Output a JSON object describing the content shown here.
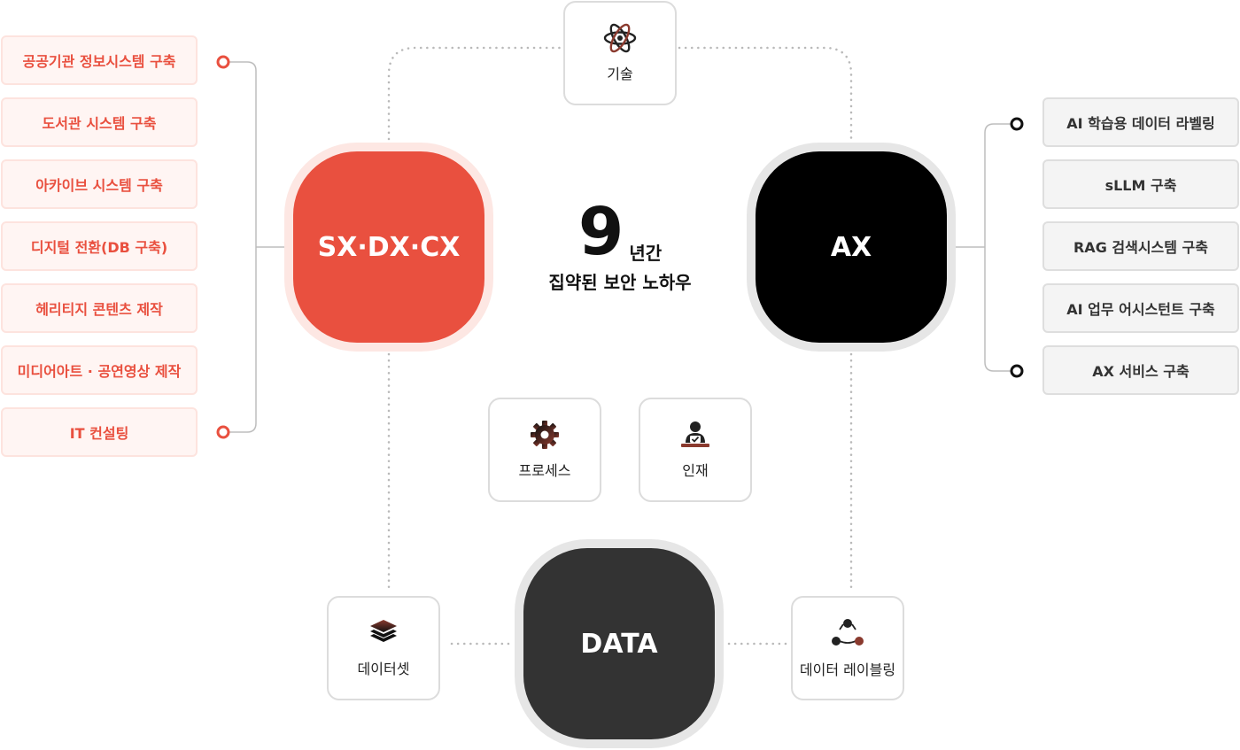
{
  "center": {
    "number": "9",
    "unit": "년간",
    "subtitle": "집약된 보안 노하우"
  },
  "nodes": {
    "sxdxcx": {
      "label": "SX·DX·CX",
      "color": "#e9503f"
    },
    "ax": {
      "label": "AX",
      "color": "#000000"
    },
    "data": {
      "label": "DATA",
      "color": "#333333"
    }
  },
  "left_items": [
    "공공기관 정보시스템 구축",
    "도서관 시스템 구축",
    "아카이브 시스템 구축",
    "디지털 전환(DB 구축)",
    "헤리티지 콘텐츠 제작",
    "미디어아트 · 공연영상 제작",
    "IT 컨설팅"
  ],
  "right_items": [
    "AI 학습용 데이터 라벨링",
    "sLLM 구축",
    "RAG 검색시스템 구축",
    "AI 업무 어시스턴트 구축",
    "AX 서비스 구축"
  ],
  "cards": {
    "technology": {
      "label": "기술",
      "icon": "atom-icon"
    },
    "process": {
      "label": "프로세스",
      "icon": "gear-icon"
    },
    "people": {
      "label": "인재",
      "icon": "person-icon"
    },
    "dataset": {
      "label": "데이터셋",
      "icon": "layers-icon"
    },
    "labeling": {
      "label": "데이터 레이블링",
      "icon": "nodes-icon"
    }
  },
  "colors": {
    "accent": "#e9503f",
    "dark": "#000000",
    "grey": "#333333",
    "icon_dark": "#222222",
    "icon_accent": "#8a3a2e"
  }
}
